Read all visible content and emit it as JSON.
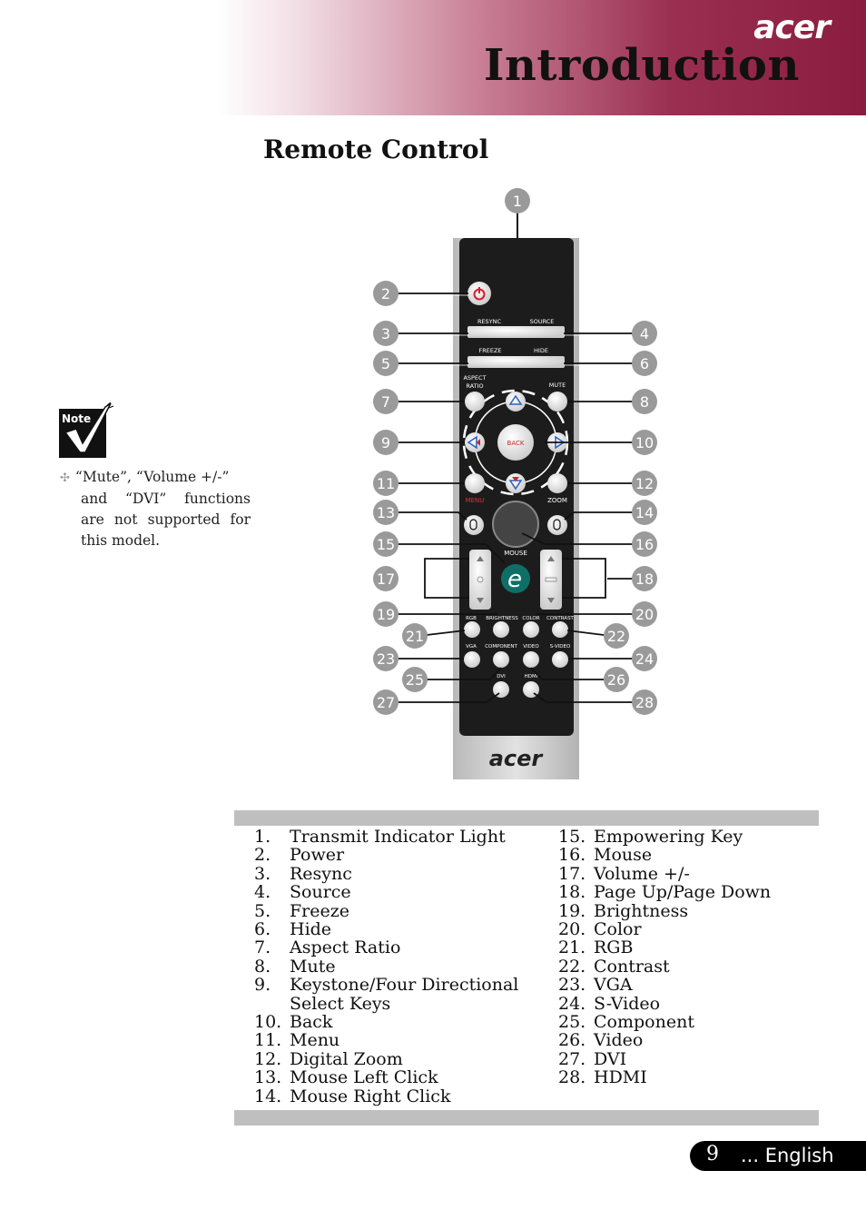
{
  "header": {
    "brand": "acer",
    "title": "Introduction"
  },
  "section_title": "Remote Control",
  "note": {
    "badge": "Note",
    "text_first": "“Mute”, “Volume +/-”",
    "text_rest": "and “DVI” functions are not supported for this model."
  },
  "remote": {
    "buttons": {
      "resync": "RESYNC",
      "source": "SOURCE",
      "freeze": "FREEZE",
      "hide": "HIDE",
      "aspect_ratio_1": "ASPECT",
      "aspect_ratio_2": "RATIO",
      "mute": "MUTE",
      "back": "BACK",
      "menu": "MENU",
      "zoom": "ZOOM",
      "mouse": "MOUSE",
      "rgb": "RGB",
      "brightness": "BRIGHTNESS",
      "color": "COLOR",
      "contrast": "CONTRAST",
      "vga": "VGA",
      "component": "COMPONENT",
      "video": "VIDEO",
      "svideo": "S-VIDEO",
      "dvi": "DVI",
      "hdmi": "HDMI",
      "empowering": "e",
      "logo": "acer"
    },
    "callouts": [
      "1",
      "2",
      "3",
      "4",
      "5",
      "6",
      "7",
      "8",
      "9",
      "10",
      "11",
      "12",
      "13",
      "14",
      "15",
      "16",
      "17",
      "18",
      "19",
      "20",
      "21",
      "22",
      "23",
      "24",
      "25",
      "26",
      "27",
      "28"
    ]
  },
  "legend": {
    "left": [
      {
        "num": "1.",
        "label": "Transmit Indicator Light"
      },
      {
        "num": "2.",
        "label": "Power"
      },
      {
        "num": "3.",
        "label": "Resync"
      },
      {
        "num": "4.",
        "label": "Source"
      },
      {
        "num": "5.",
        "label": "Freeze"
      },
      {
        "num": "6.",
        "label": "Hide"
      },
      {
        "num": "7.",
        "label": "Aspect Ratio"
      },
      {
        "num": "8.",
        "label": "Mute"
      },
      {
        "num": "9.",
        "label": "Keystone/Four Directional Select Keys"
      },
      {
        "num": "10.",
        "label": "Back"
      },
      {
        "num": "11.",
        "label": "Menu"
      },
      {
        "num": "12.",
        "label": "Digital Zoom"
      },
      {
        "num": "13.",
        "label": "Mouse Left Click"
      },
      {
        "num": "14.",
        "label": "Mouse Right Click"
      }
    ],
    "right": [
      {
        "num": "15.",
        "label": "Empowering Key"
      },
      {
        "num": "16.",
        "label": "Mouse"
      },
      {
        "num": "17.",
        "label": "Volume +/-"
      },
      {
        "num": "18.",
        "label": "Page Up/Page Down"
      },
      {
        "num": "19.",
        "label": "Brightness"
      },
      {
        "num": "20.",
        "label": "Color"
      },
      {
        "num": "21.",
        "label": "RGB"
      },
      {
        "num": "22.",
        "label": "Contrast"
      },
      {
        "num": "23.",
        "label": "VGA"
      },
      {
        "num": "24.",
        "label": "S-Video"
      },
      {
        "num": "25.",
        "label": "Component"
      },
      {
        "num": "26.",
        "label": "Video"
      },
      {
        "num": "27.",
        "label": "DVI"
      },
      {
        "num": "28.",
        "label": "HDMI"
      }
    ]
  },
  "footer": {
    "page": "9",
    "language": "... English"
  }
}
